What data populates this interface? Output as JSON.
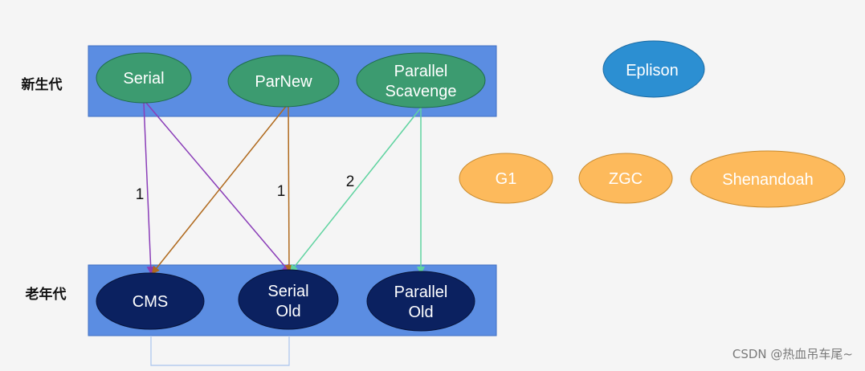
{
  "colors": {
    "band": "#5b8de2",
    "young_node": "#3c9b70",
    "old_node": "#0b2160",
    "eplison_node": "#2c8fd2",
    "standalone_node": "#fdba5c",
    "edge_serial": "#8a3db8",
    "edge_parnew": "#b06a1e",
    "edge_parallel": "#5fd3a0",
    "connector": "#a9c4ee"
  },
  "rows": {
    "young_label": "新生代",
    "old_label": "老年代"
  },
  "nodes": {
    "serial": {
      "lines": [
        "Serial"
      ]
    },
    "parnew": {
      "lines": [
        "ParNew"
      ]
    },
    "parallel_scavenge": {
      "lines": [
        "Parallel",
        "Scavenge"
      ]
    },
    "eplison": {
      "lines": [
        "Eplison"
      ]
    },
    "g1": {
      "lines": [
        "G1"
      ]
    },
    "zgc": {
      "lines": [
        "ZGC"
      ]
    },
    "shenandoah": {
      "lines": [
        "Shenandoah"
      ]
    },
    "cms": {
      "lines": [
        "CMS"
      ]
    },
    "serial_old": {
      "lines": [
        "Serial",
        "Old"
      ]
    },
    "parallel_old": {
      "lines": [
        "Parallel",
        "Old"
      ]
    }
  },
  "edge_labels": {
    "serial_cms": "1",
    "parnew_serial_old": "1",
    "scavenge_serial_old": "2"
  },
  "watermark": "CSDN @热血吊车尾~"
}
